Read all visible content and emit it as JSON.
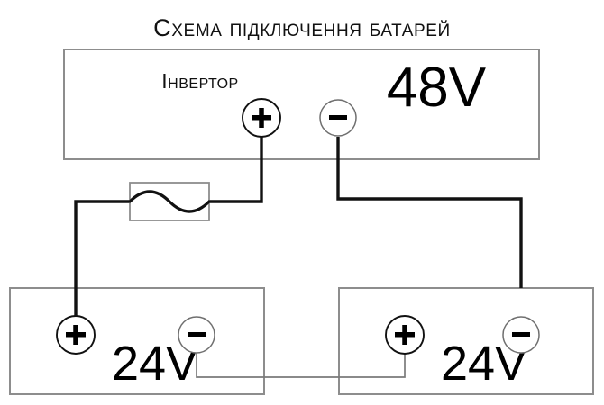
{
  "diagram": {
    "title": "Схема підключення батарей",
    "inverter": {
      "label": "Інвертор",
      "voltage": "48V",
      "plus_sign": "+",
      "minus_sign": "-",
      "plus_terminal_name": "inverter-positive-terminal",
      "minus_terminal_name": "inverter-negative-terminal"
    },
    "fuse": {
      "name": "fuse-symbol"
    },
    "battery_left": {
      "voltage": "24V",
      "plus_sign": "+",
      "minus_sign": "-"
    },
    "battery_right": {
      "voltage": "24V",
      "plus_sign": "+",
      "minus_sign": "-"
    },
    "colors": {
      "wire": "#111111",
      "box_border": "#8d8d8d",
      "background": "#ffffff",
      "text": "#000000"
    }
  }
}
